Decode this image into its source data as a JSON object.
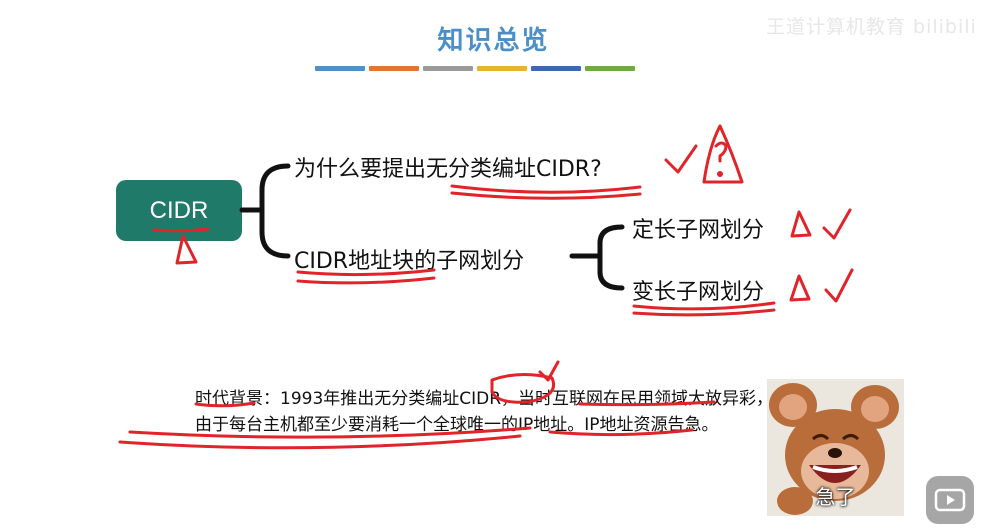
{
  "title": "知识总览",
  "watermark": "王道计算机教育 bilibili",
  "accent_bar_colors": [
    "#4f90c8",
    "#e5752e",
    "#9a9a9a",
    "#e5b62a",
    "#3e67b2",
    "#6faa42"
  ],
  "root": {
    "label": "CIDR",
    "color": "#1f7a6a"
  },
  "branches": [
    {
      "label": "为什么要提出无分类编址CIDR?"
    },
    {
      "label": "CIDR地址块的子网划分",
      "children": [
        {
          "label": "定长子网划分"
        },
        {
          "label": "变长子网划分"
        }
      ]
    }
  ],
  "background": {
    "line1": "时代背景：1993年推出无分类编址CIDR，当时互联网在民用领域大放异彩，",
    "line2": "由于每台主机都至少要消耗一个全球唯一的IP地址。IP地址资源告急。"
  },
  "meme": {
    "caption": "急了"
  },
  "annotation_color": "#e0242a"
}
